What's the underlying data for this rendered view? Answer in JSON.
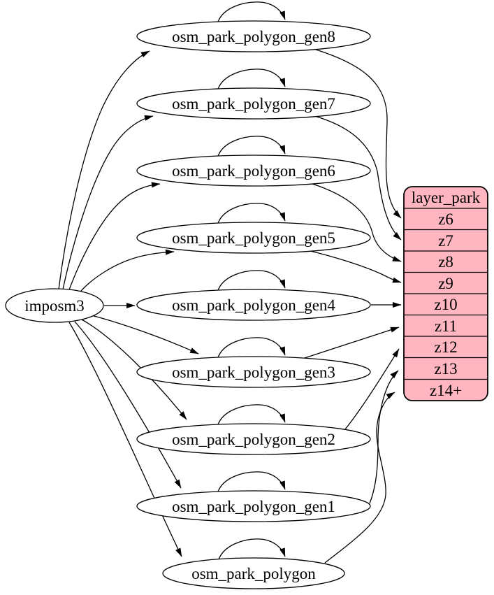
{
  "diagram": {
    "type": "directed-graph",
    "source": {
      "label": "imposm3"
    },
    "tables": [
      {
        "label": "osm_park_polygon_gen8",
        "zoom_row": "z6"
      },
      {
        "label": "osm_park_polygon_gen7",
        "zoom_row": "z7"
      },
      {
        "label": "osm_park_polygon_gen6",
        "zoom_row": "z8"
      },
      {
        "label": "osm_park_polygon_gen5",
        "zoom_row": "z9"
      },
      {
        "label": "osm_park_polygon_gen4",
        "zoom_row": "z10"
      },
      {
        "label": "osm_park_polygon_gen3",
        "zoom_row": "z11"
      },
      {
        "label": "osm_park_polygon_gen2",
        "zoom_row": "z12"
      },
      {
        "label": "osm_park_polygon_gen1",
        "zoom_row": "z13"
      },
      {
        "label": "osm_park_polygon",
        "zoom_row": "z14+"
      }
    ],
    "layer": {
      "title": "layer_park",
      "rows": [
        "z6",
        "z7",
        "z8",
        "z9",
        "z10",
        "z11",
        "z12",
        "z13",
        "z14+"
      ]
    },
    "colors": {
      "layer_fill": "#ffb6c1",
      "node_fill": "#ffffff",
      "stroke": "#000000",
      "background": "#ffffff"
    }
  }
}
